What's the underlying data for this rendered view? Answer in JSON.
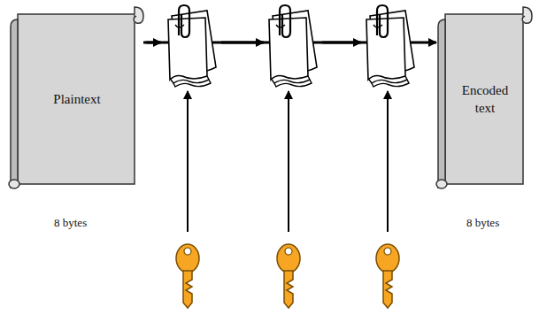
{
  "diagram": {
    "nodes": [
      {
        "text": [
          "Plaintext"
        ]
      },
      {
        "text": [
          "Encoded text"
        ]
      }
    ],
    "edges": [
      {
        "from": 0,
        "to": 1,
        "arrow": "to"
      }
    ],
    "labels": [
      "8 bytes",
      "8 bytes"
    ]
  }
}
